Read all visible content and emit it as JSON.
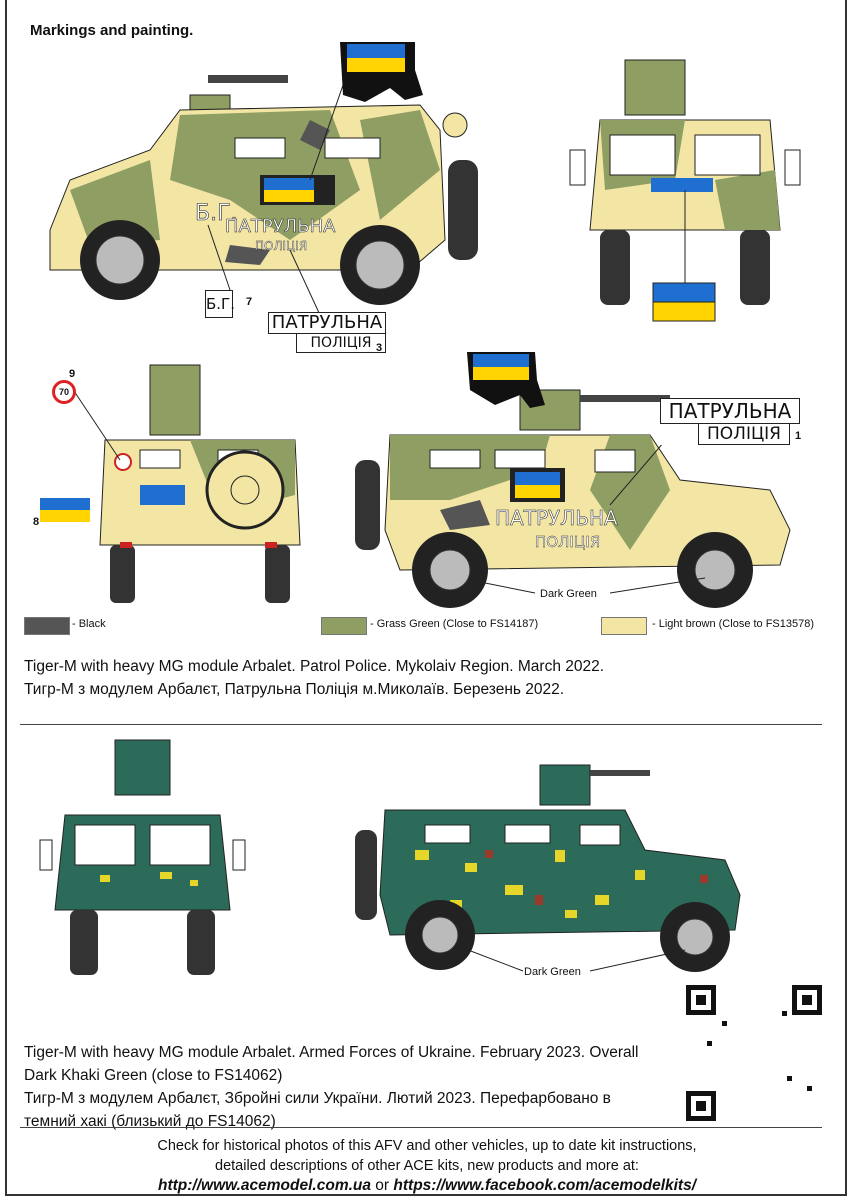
{
  "title": "Markings and painting.",
  "decals": {
    "bg_text": "Б.Г.",
    "bg_number": "7",
    "patrol_line1": "ПАТРУЛЬНА",
    "patrol_line2": "ПОЛІЦІЯ",
    "patrol_small_number": "3",
    "patrol_large_number": "1",
    "speed_sign": "70",
    "speed_number": "9",
    "flag_number": "8"
  },
  "callouts": {
    "dark_green_1": "Dark Green",
    "dark_green_2": "Dark Green"
  },
  "legend": [
    {
      "label": "- Black",
      "color": "#555555"
    },
    {
      "label": "- Grass Green (Close to FS14187)",
      "color": "#8f9e63"
    },
    {
      "label": "- Light brown (Close to FS13578)",
      "color": "#f3e6a4"
    }
  ],
  "scheme1": {
    "caption_en": "Tiger-M with heavy MG module Arbalet. Patrol Police. Mykolaiv Region. March 2022.",
    "caption_ua": "Тигр-М з модулем Арбалєт, Патрульна Поліція м.Миколаїв. Березень 2022."
  },
  "scheme2": {
    "caption_en_1": "Tiger-M with heavy MG module Arbalet. Armed Forces of Ukraine. February 2023. Overall",
    "caption_en_2": "Dark Khaki Green (close to FS14062)",
    "caption_ua_1": "Тигр-М з модулем Арбалєт, Збройні сили України. Лютий 2023. Перефарбовано в",
    "caption_ua_2": "темний хакі (близький до FS14062)"
  },
  "footer": {
    "line1": "Check for historical photos of this AFV and  other vehicles, up to date kit instructions,",
    "line2": "detailed descriptions of other ACE kits, new products and more at:",
    "link1": "http://www.acemodel.com.ua",
    "or": " or ",
    "link2": "https://www.facebook.com/acemodelkits/"
  },
  "colors": {
    "flag_blue": "#1f6fd0",
    "flag_yellow": "#ffd400",
    "dark_green": "#2c6b5a",
    "digital_yellow": "#e6d629",
    "digital_red": "#9a3a2a"
  }
}
